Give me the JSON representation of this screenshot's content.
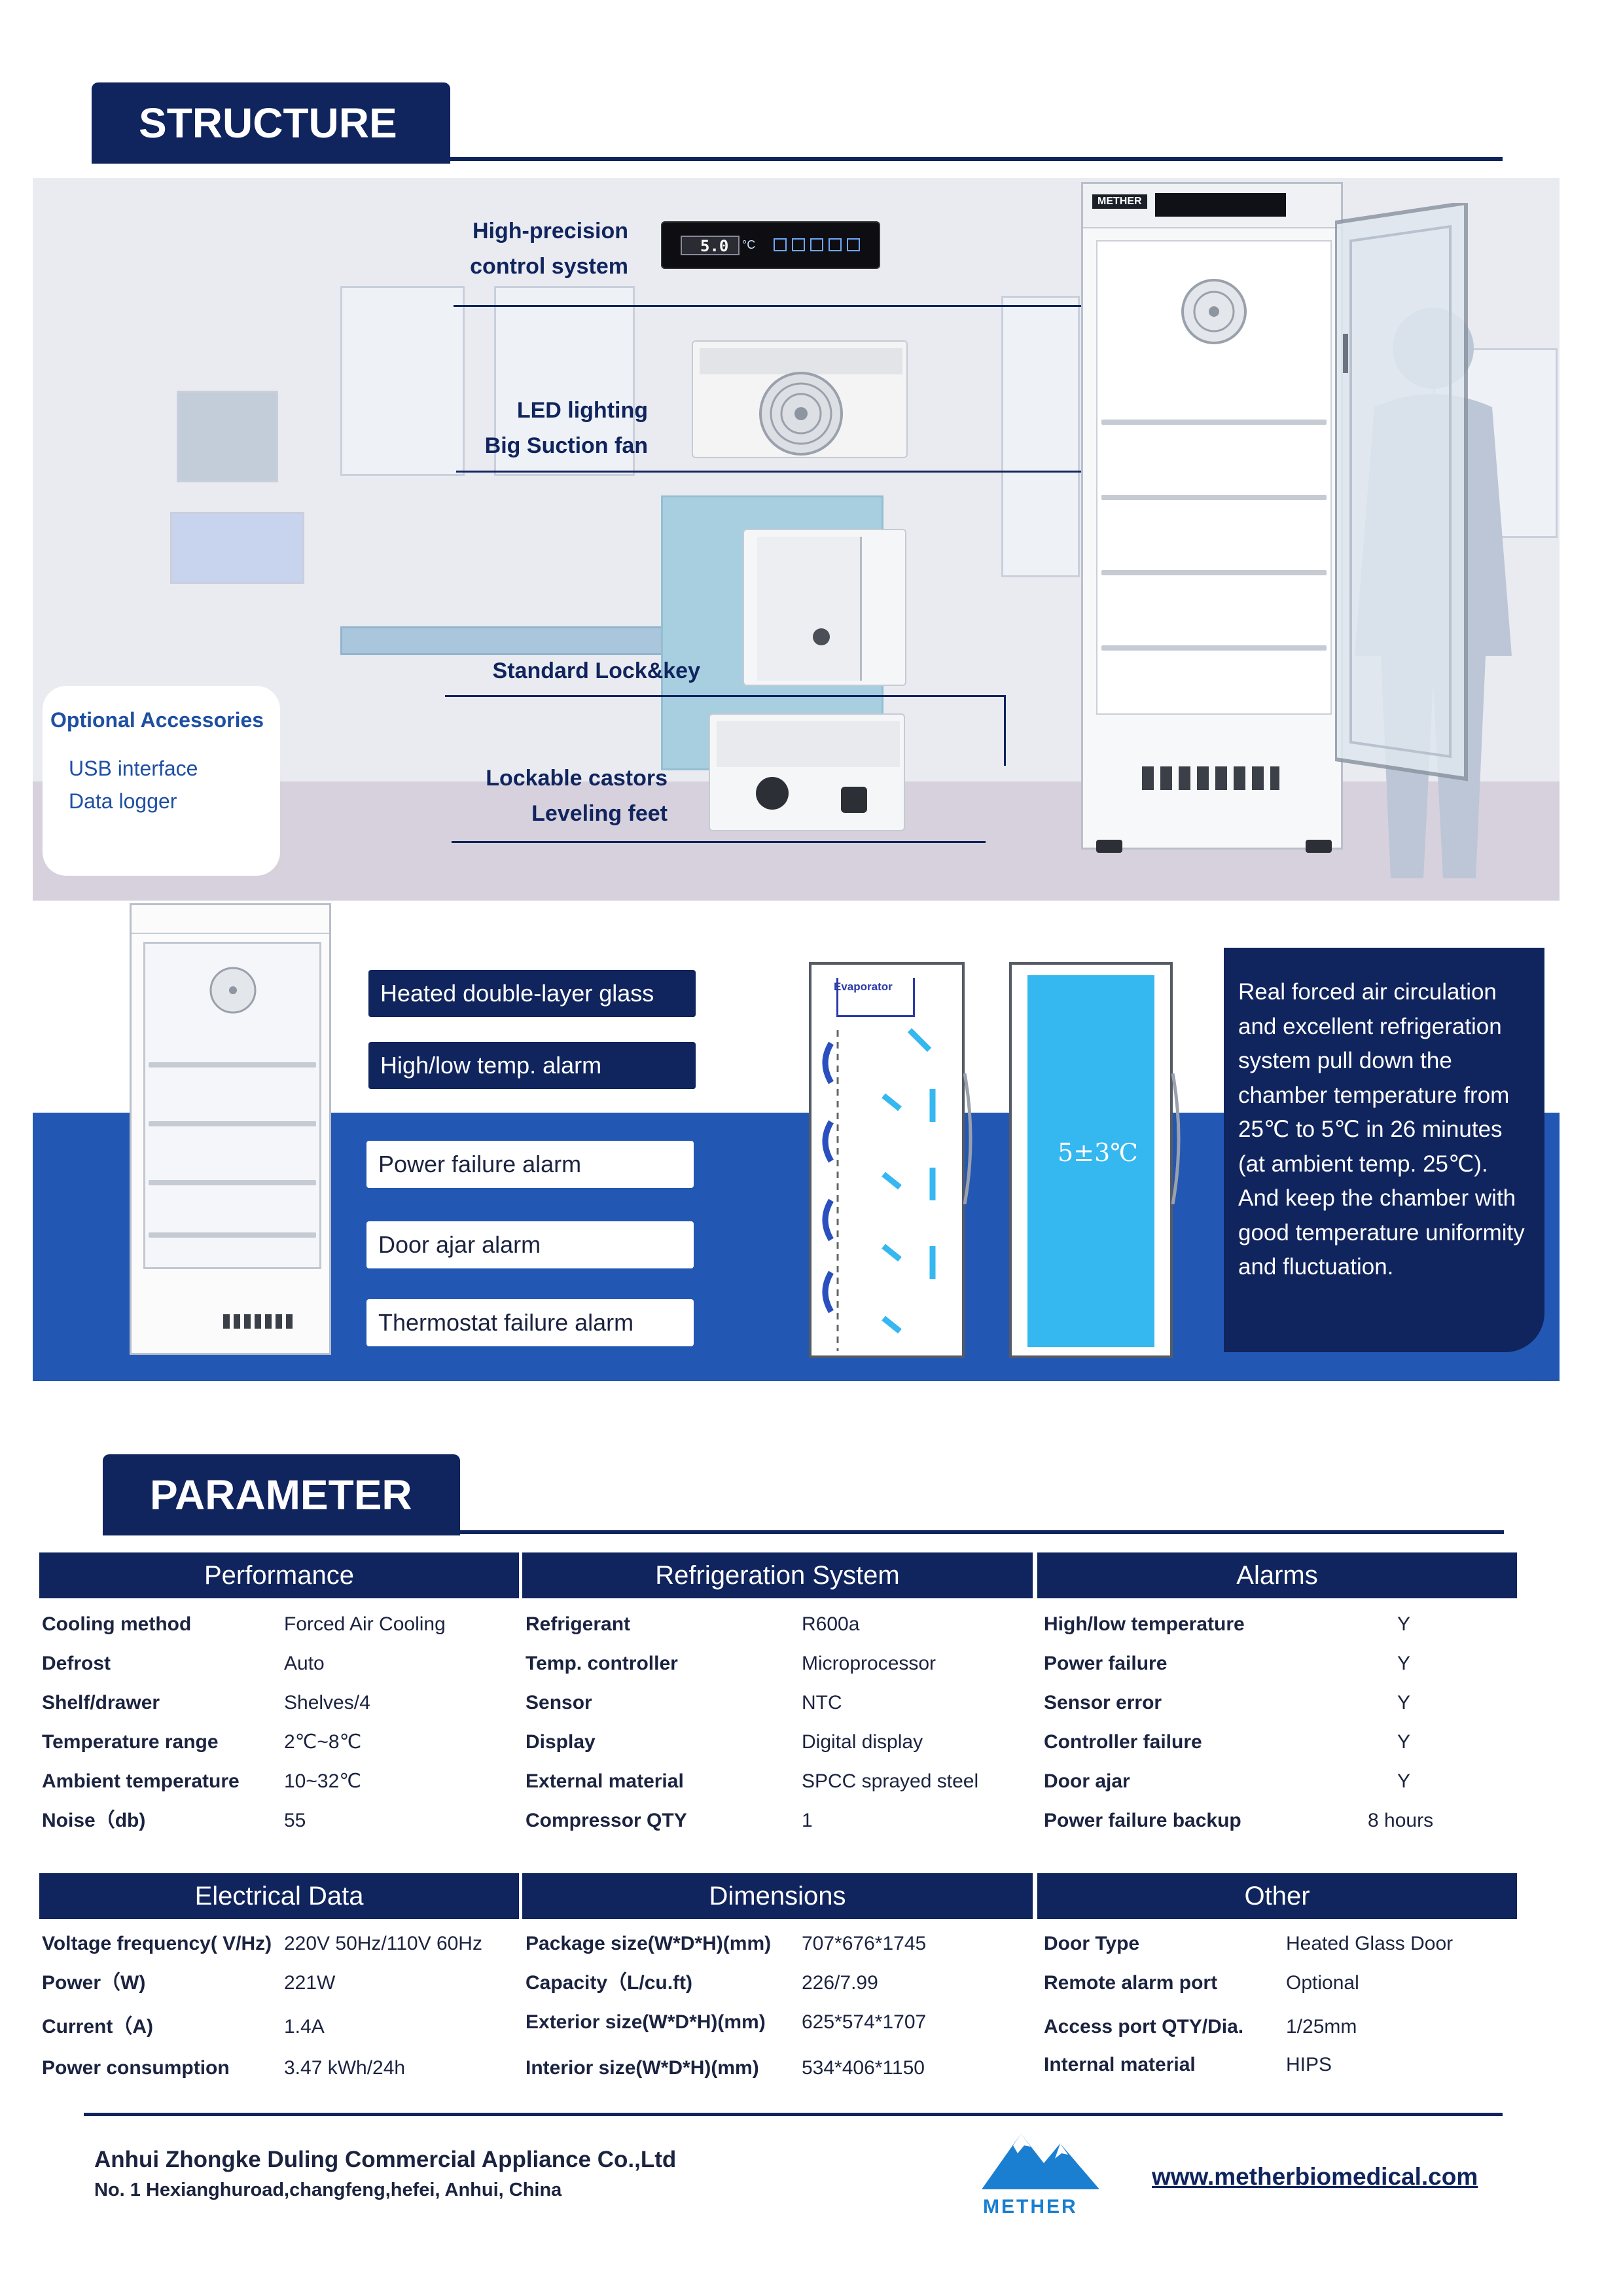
{
  "structure": {
    "title": "STRUCTURE",
    "callouts": {
      "control_line1": "High-precision",
      "control_line2": "control system",
      "led_line1": "LED lighting",
      "led_line2": "Big Suction fan",
      "lock": "Standard Lock&key",
      "castor_line1": "Lockable castors",
      "castor_line2": "Leveling feet"
    },
    "display_reading": "5.0",
    "display_unit": "°C",
    "brand_badge": "METHER",
    "accessories": {
      "title": "Optional Accessories",
      "items": [
        "USB interface",
        "Data logger"
      ]
    }
  },
  "features": {
    "items": [
      "Heated double-layer glass",
      "High/low temp. alarm",
      "Power failure alarm",
      "Door ajar alarm",
      "Thermostat failure alarm"
    ],
    "evaporator_label": "Evaporator",
    "temp_range_label": "5±3℃",
    "air_text": "Real forced air circulation and excellent refrigeration system pull down the chamber temperature from 25℃ to 5℃ in 26 minutes (at ambient temp. 25℃). And keep the chamber with good temperature uniformity and fluctuation."
  },
  "parameter": {
    "title": "PARAMETER",
    "performance": {
      "header": "Performance",
      "rows": [
        {
          "k": "Cooling method",
          "v": "Forced Air Cooling"
        },
        {
          "k": "Defrost",
          "v": "Auto"
        },
        {
          "k": "Shelf/drawer",
          "v": "Shelves/4"
        },
        {
          "k": "Temperature range",
          "v": "2℃~8℃"
        },
        {
          "k": "Ambient temperature",
          "v": "10~32℃"
        },
        {
          "k": "Noise（db)",
          "v": "55"
        }
      ]
    },
    "refrigeration": {
      "header": "Refrigeration System",
      "rows": [
        {
          "k": "Refrigerant",
          "v": "R600a"
        },
        {
          "k": "Temp. controller",
          "v": "Microprocessor"
        },
        {
          "k": "Sensor",
          "v": "NTC"
        },
        {
          "k": "Display",
          "v": "Digital display"
        },
        {
          "k": "External material",
          "v": "SPCC sprayed steel"
        },
        {
          "k": "Compressor QTY",
          "v": "1"
        }
      ]
    },
    "alarms": {
      "header": "Alarms",
      "rows": [
        {
          "k": "High/low temperature",
          "v": "Y"
        },
        {
          "k": "Power failure",
          "v": "Y"
        },
        {
          "k": "Sensor error",
          "v": "Y"
        },
        {
          "k": "Controller  failure",
          "v": "Y"
        },
        {
          "k": "Door ajar",
          "v": "Y"
        },
        {
          "k": "Power failure backup",
          "v": "8 hours"
        }
      ]
    },
    "electrical": {
      "header": "Electrical Data",
      "rows": [
        {
          "k": "Voltage frequency( V/Hz)",
          "v": "220V 50Hz/110V 60Hz"
        },
        {
          "k": "Power（W)",
          "v": "221W"
        },
        {
          "k": "Current（A)",
          "v": "1.4A"
        },
        {
          "k": "Power consumption",
          "v": "3.47 kWh/24h"
        }
      ]
    },
    "dimensions": {
      "header": "Dimensions",
      "rows": [
        {
          "k": "Package size(W*D*H)(mm)",
          "v": "707*676*1745"
        },
        {
          "k": "Capacity（L/cu.ft)",
          "v": "226/7.99"
        },
        {
          "k": "Exterior size(W*D*H)(mm)",
          "v": "625*574*1707"
        },
        {
          "k": "Interior size(W*D*H)(mm)",
          "v": "534*406*1150"
        }
      ]
    },
    "other": {
      "header": "Other",
      "rows": [
        {
          "k": "Door Type",
          "v": "Heated Glass Door"
        },
        {
          "k": "Remote alarm port",
          "v": "Optional"
        },
        {
          "k": "Access port QTY/Dia.",
          "v": "1/25mm"
        },
        {
          "k": "Internal material",
          "v": "HIPS"
        }
      ]
    }
  },
  "footer": {
    "company": "Anhui Zhongke Duling Commercial Appliance Co.,Ltd",
    "address": "No. 1 Hexianghuroad,changfeng,hefei, Anhui, China",
    "logo_text": "METHER",
    "website": "www.metherbiomedical.com"
  },
  "colors": {
    "navy": "#10245e",
    "band_blue": "#2357b4",
    "accent_blue": "#1e4fa3",
    "cool_cyan": "#35b7f0"
  }
}
